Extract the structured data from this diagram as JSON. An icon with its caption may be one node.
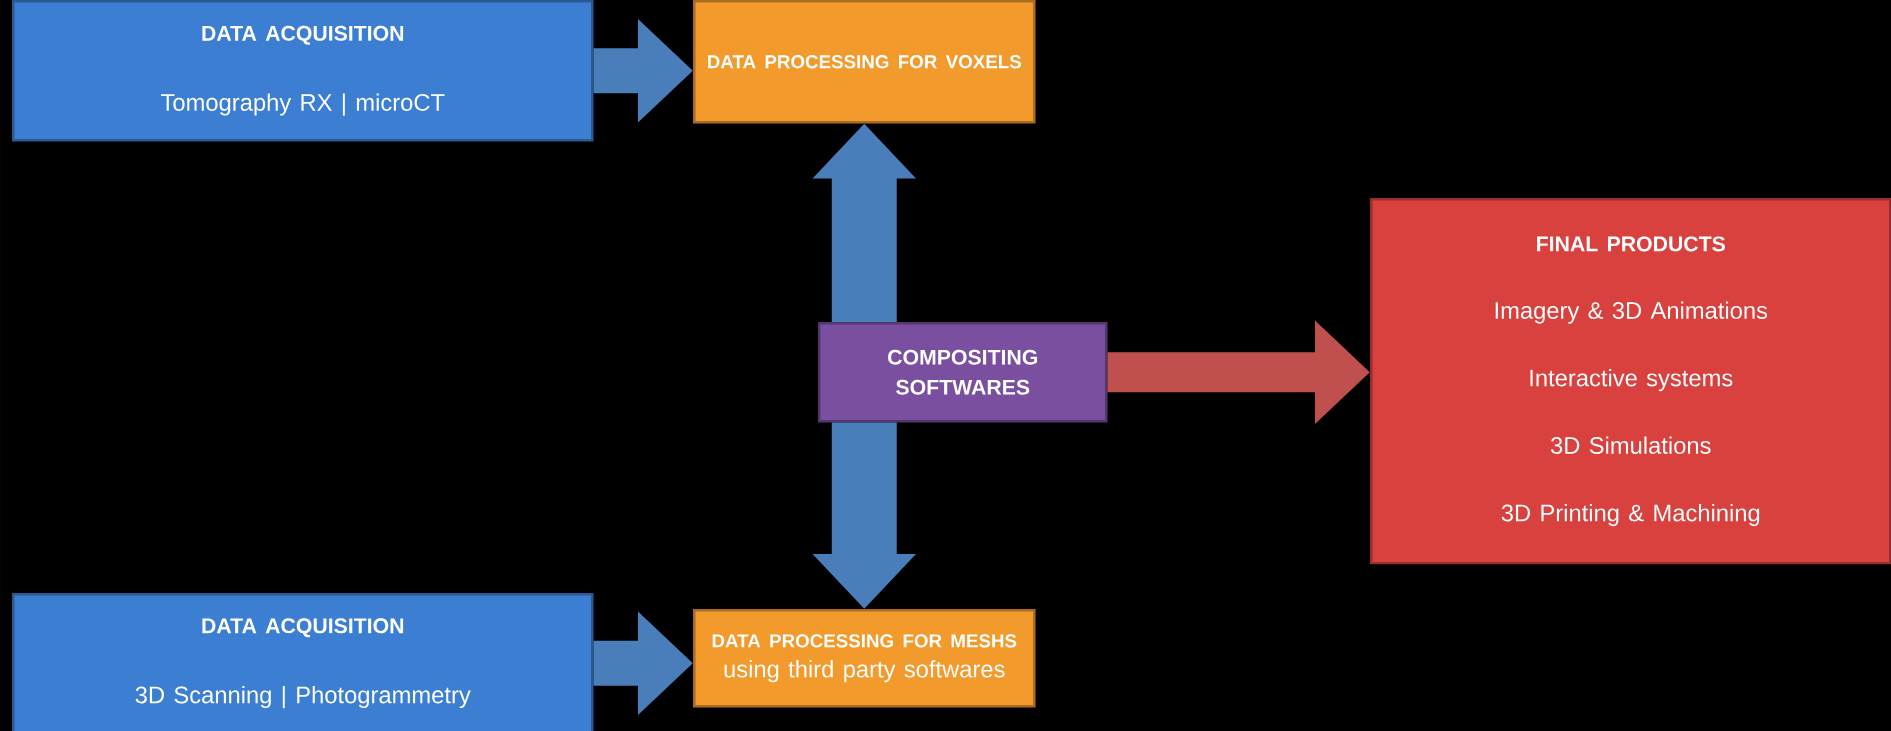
{
  "diagram": {
    "nodes": [
      {
        "text": [
          "DATA ACQUISITION",
          "Tomography RX | microCT"
        ]
      },
      {
        "text": [
          "DATA PROCESSING FOR VOXELS"
        ]
      },
      {
        "text": [
          "COMPOSITING SOFTWARES"
        ]
      },
      {
        "text": [
          "FINAL PRODUCTS",
          "Imagery & 3D Animations",
          "Interactive systems",
          "3D Simulations",
          "3D Printing & Machining"
        ]
      },
      {
        "text": [
          "DATA ACQUISITION",
          "3D Scanning | Photogrammetry"
        ]
      },
      {
        "text": [
          "DATA PROCESSING FOR MESHS",
          "using third party softwares"
        ]
      }
    ],
    "edges": [
      {
        "from": 0,
        "to": 1,
        "arrow": "to"
      },
      {
        "from": 2,
        "to": 1,
        "arrow": "to"
      },
      {
        "from": 2,
        "to": 5,
        "arrow": "to"
      },
      {
        "from": 2,
        "to": 3,
        "arrow": "to",
        "color": "#c0504d"
      },
      {
        "from": 4,
        "to": 5,
        "arrow": "to"
      }
    ]
  }
}
